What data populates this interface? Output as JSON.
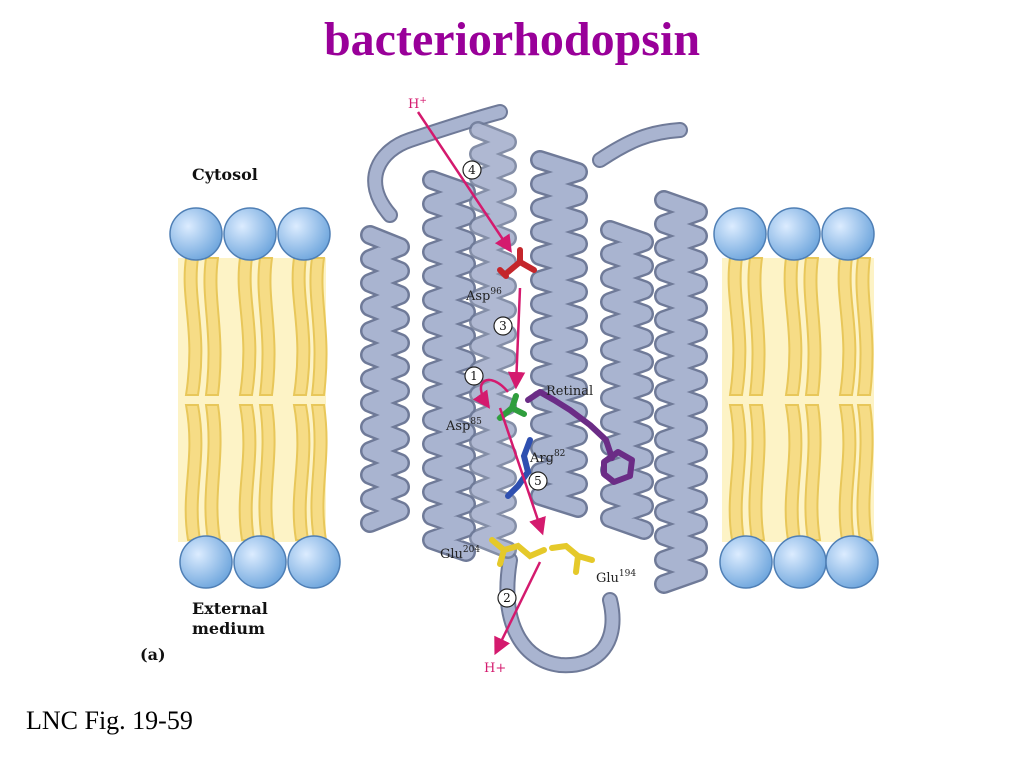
{
  "title": "bacteriorhodopsin",
  "caption": "LNC Fig. 19-59",
  "labels": {
    "cytosol": "Cytosol",
    "external_line1": "External",
    "external_line2": "medium",
    "panel": "(a)",
    "h_top": "H",
    "h_top_sup": "+",
    "h_bottom": "H+",
    "asp96": "Asp",
    "asp96_sup": "96",
    "retinal": "Retinal",
    "asp85": "Asp",
    "asp85_sup": "85",
    "arg82": "Arg",
    "arg82_sup": "82",
    "glu204": "Glu",
    "glu204_sup": "204",
    "glu194": "Glu",
    "glu194_sup": "194"
  },
  "steps": [
    "4",
    "3",
    "1",
    "5",
    "2"
  ],
  "colors": {
    "title": "#990099",
    "helix": "#a9b4d0",
    "helix_edge": "#6f7a98",
    "lipid_head": "#8fbde8",
    "lipid_tail": "#f6dc86",
    "membrane_bg": "#fdf3c6",
    "proton_arrow": "#d41a6e",
    "asp96": "#c4262b",
    "retinal": "#6b2c86",
    "asp85": "#2f9e3d",
    "arg82": "#2e4fb0",
    "glu": "#e5c92a"
  }
}
